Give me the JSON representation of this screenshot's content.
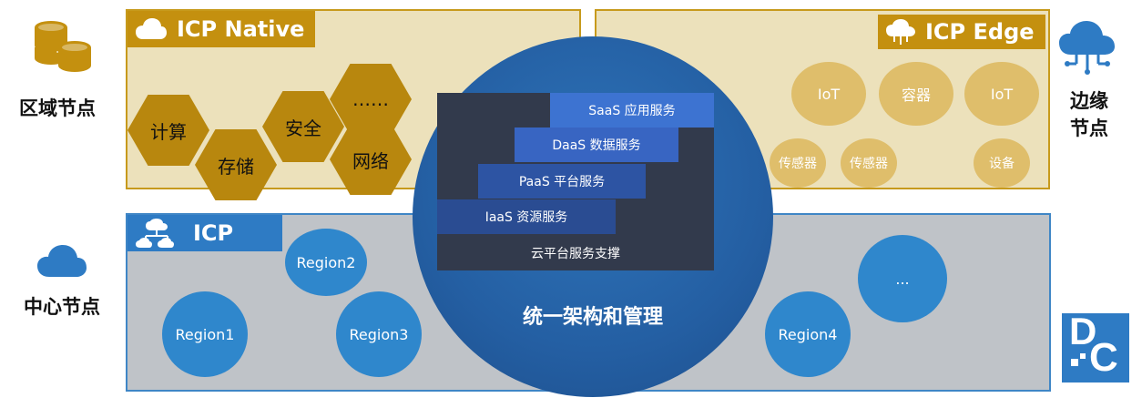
{
  "side_labels": {
    "regional": "区域节点",
    "edge_line1": "边缘",
    "edge_line2": "节点",
    "center": "中心节点"
  },
  "native_panel": {
    "title": "ICP Native",
    "hexagons": [
      "计算",
      "存储",
      "安全",
      "网络",
      "……"
    ]
  },
  "edge_panel": {
    "title": "ICP Edge",
    "nodes": [
      "IoT",
      "容器",
      "IoT"
    ],
    "leaves": [
      "传感器",
      "传感器",
      "设备"
    ]
  },
  "icp_panel": {
    "title": "ICP",
    "regions": [
      "Region2",
      "Region1",
      "Region3",
      "Region4",
      "..."
    ]
  },
  "center": {
    "stack": [
      "SaaS 应用服务",
      "DaaS 数据服务",
      "PaaS 平台服务",
      "IaaS 资源服务",
      "云平台服务支撑"
    ],
    "label": "统一架构和管理"
  },
  "logo": {
    "text_d": "D",
    "text_c": "C"
  },
  "colors": {
    "gold": "#c4900f",
    "hexagon": "#b8870e",
    "gold_circle": "#dfbe6b",
    "blue": "#2e7bc4",
    "region": "#2f87cc"
  },
  "icons": [
    "database-icon",
    "cloud-network-icon",
    "cloud-icon",
    "cloud-chip-icon",
    "cloud-hierarchy-icon"
  ]
}
